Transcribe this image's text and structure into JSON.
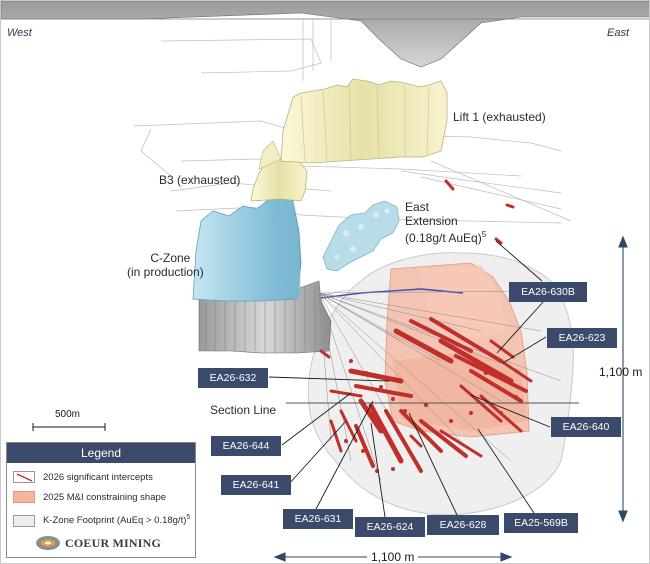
{
  "orientation": {
    "west": "West",
    "east": "East"
  },
  "zones": {
    "lift1": "Lift 1 (exhausted)",
    "b3": "B3 (exhausted)",
    "east_extension_line1": "East",
    "east_extension_line2": "Extension",
    "east_extension_line3": "(0.18g/t AuEq)",
    "east_extension_sup": "5",
    "czone_line1": "C-Zone",
    "czone_line2": "(in production)",
    "section_line": "Section Line"
  },
  "drill_holes": [
    "EA26-630B",
    "EA26-623",
    "EA26-632",
    "EA26-640",
    "EA26-644",
    "EA26-641",
    "EA26-631",
    "EA26-624",
    "EA26-628",
    "EA25-569B"
  ],
  "dimensions": {
    "vertical": "1,100 m",
    "horizontal": "1,100 m"
  },
  "scale_bar": "500m",
  "legend": {
    "title": "Legend",
    "items": [
      {
        "label": "2026 significant intercepts",
        "swatch": "intercept-line"
      },
      {
        "label": "2025 M&I constraining shape",
        "swatch": "#f4b6a0"
      },
      {
        "label": "K-Zone Footprint (AuEq > 0.18g/t)",
        "sup": "5",
        "swatch": "#eeeeee"
      }
    ],
    "logo": "COEUR MINING"
  },
  "colors": {
    "label_bg": "#3b4a6b",
    "intercept": "#c0302a",
    "constraining_shape": "#f4b6a0",
    "footprint": "#e8e8e8",
    "lift1": "#f0edc0",
    "czone": "#9fcfe3",
    "east_extension": "#b8dde8",
    "dimension_arrow": "#2e4a66"
  }
}
